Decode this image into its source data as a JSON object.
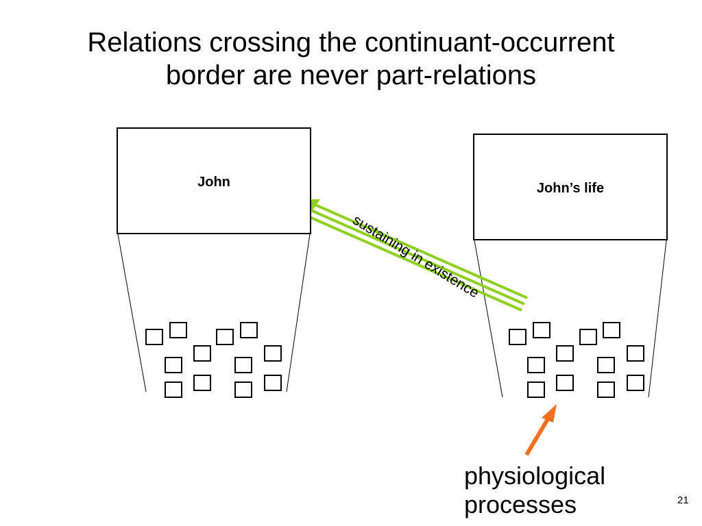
{
  "slide": {
    "title_line1": "Relations crossing the continuant-occurrent",
    "title_line2": "border are never part-relations",
    "continuant_label": "John",
    "occurrent_label": "John’s life",
    "relation_label": "sustaining in existence",
    "caption_line1": "physiological",
    "caption_line2": "processes",
    "page_number": "21"
  },
  "colors": {
    "relation_arrow": "#8fcf1f",
    "pointer_arrow": "#f07020"
  }
}
